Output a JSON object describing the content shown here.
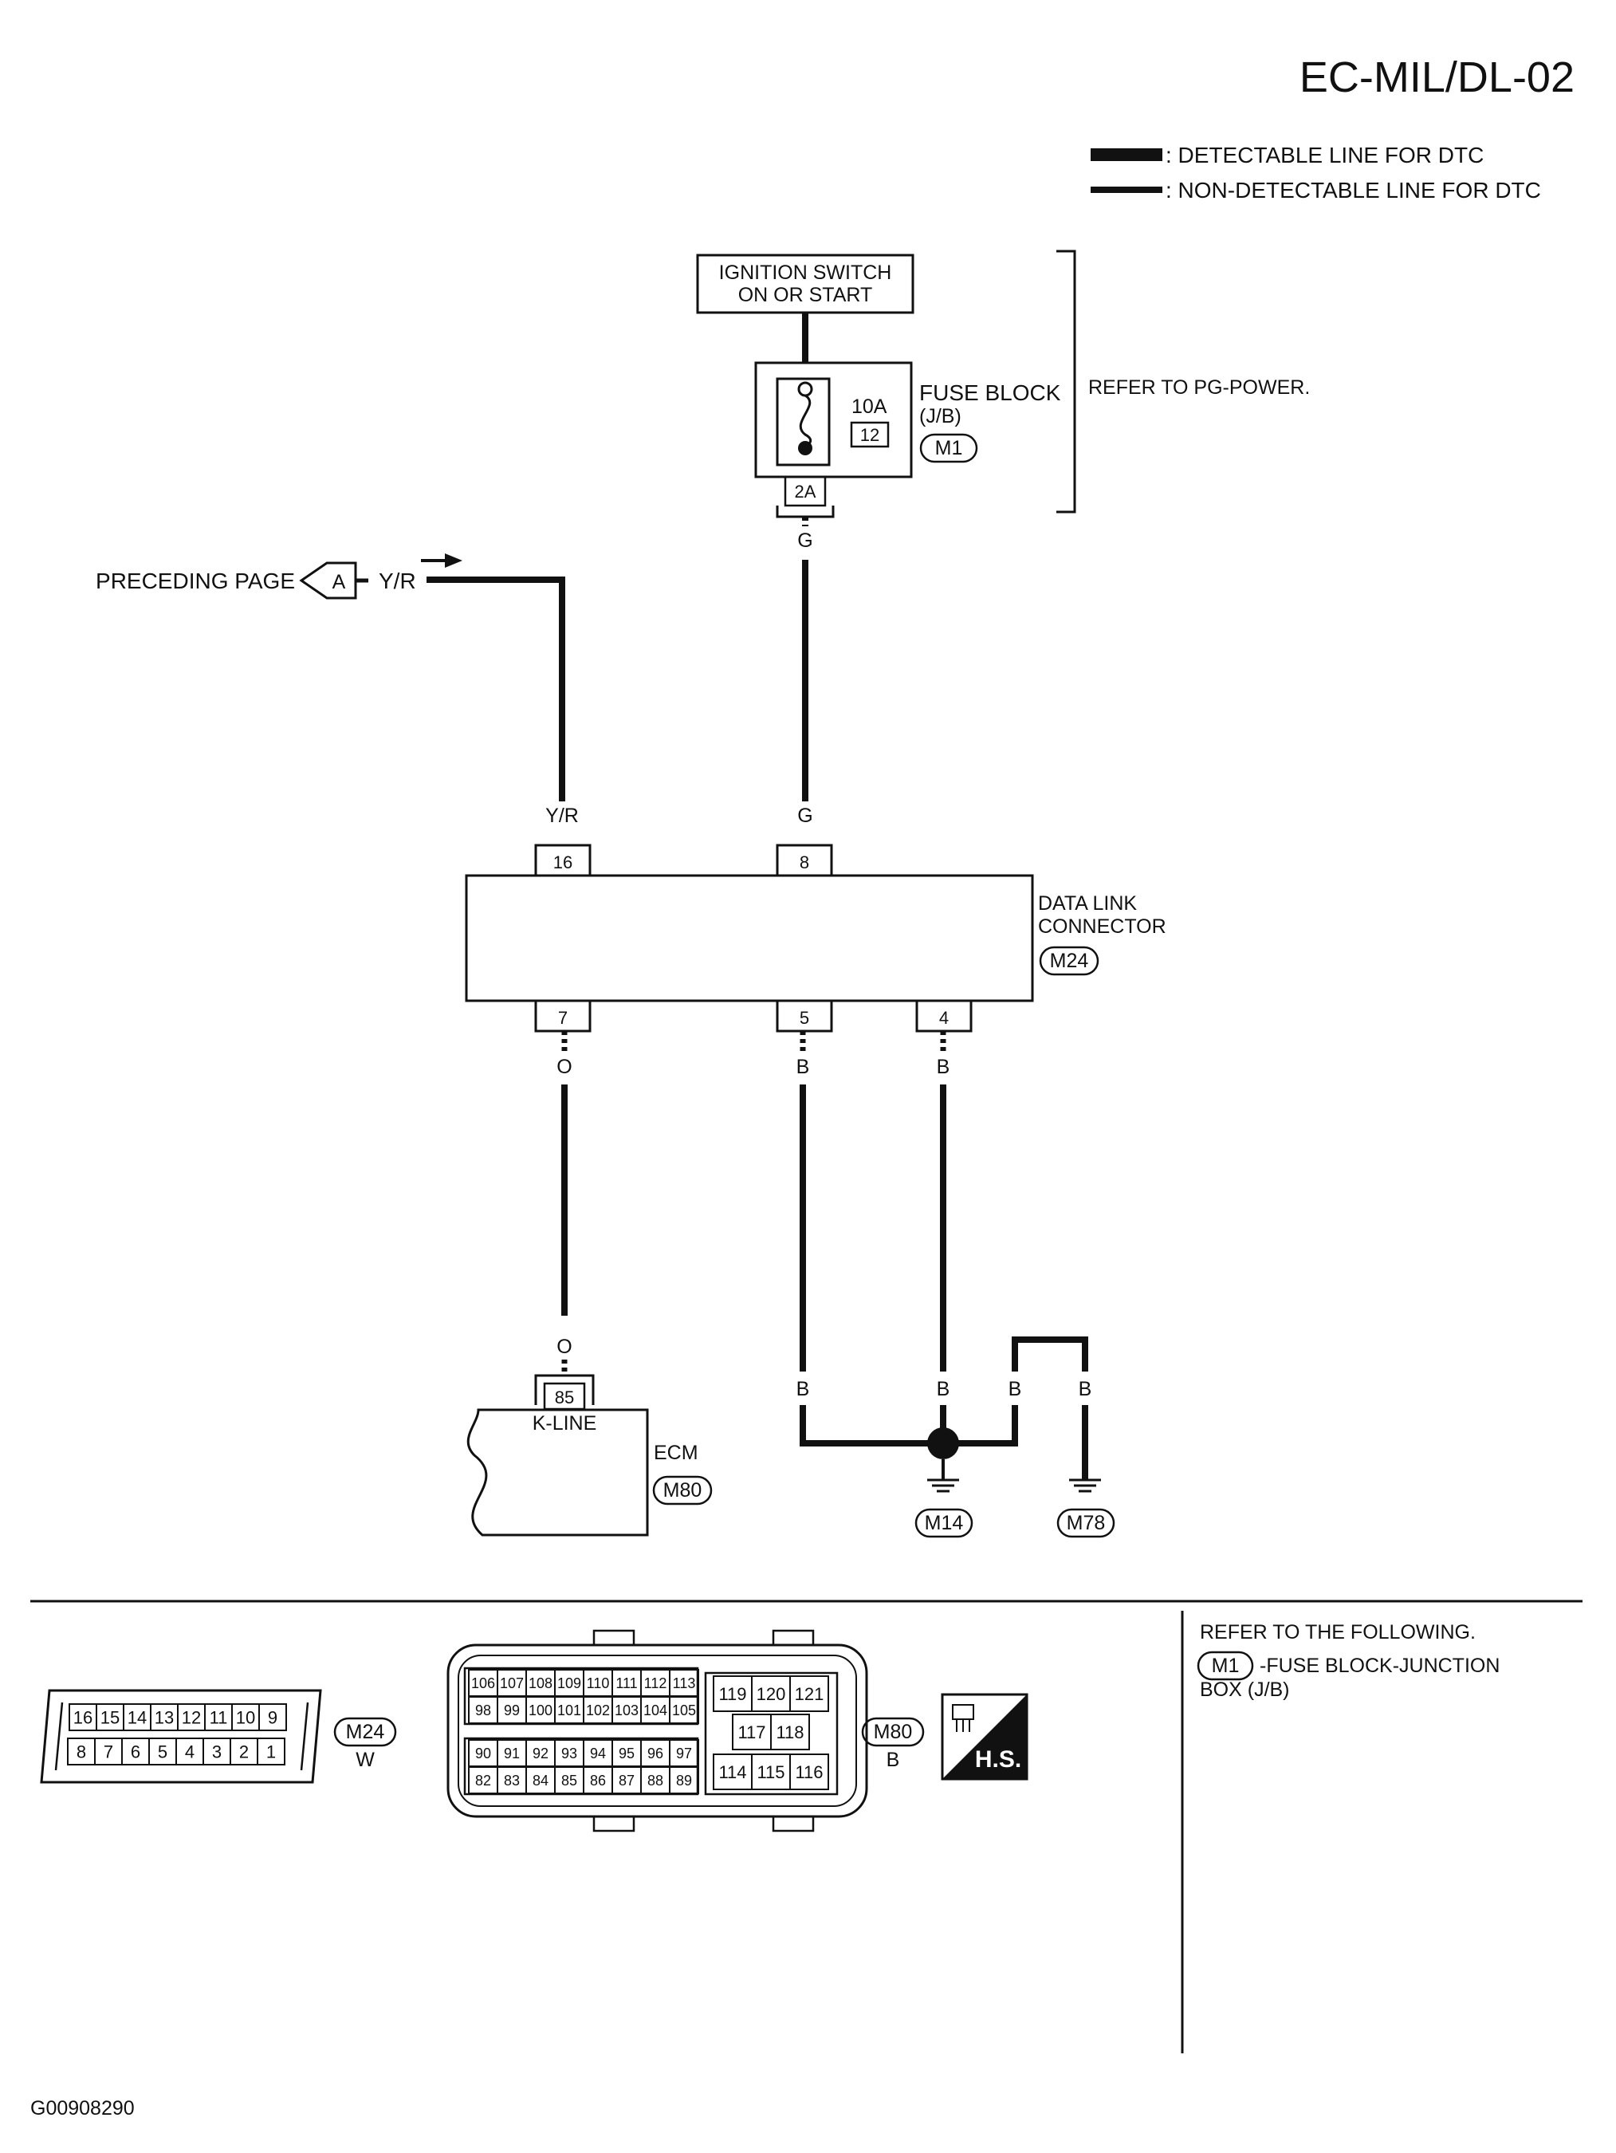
{
  "page_title": "EC-MIL/DL-02",
  "figure_code": "G00908290",
  "legend": {
    "detectable": ": DETECTABLE LINE FOR DTC",
    "non_detectable": ": NON-DETECTABLE LINE FOR DTC"
  },
  "ignition": {
    "line1": "IGNITION SWITCH",
    "line2": "ON OR START"
  },
  "fuse_block": {
    "label": "FUSE BLOCK",
    "sub": "(J/B)",
    "connector": "M1",
    "rating": "10A",
    "number": "12",
    "terminal": "2A"
  },
  "refer_pg": "REFER TO PG-POWER.",
  "preceding": {
    "label": "PRECEDING PAGE",
    "marker": "A",
    "wire": "Y/R"
  },
  "dlc": {
    "line1": "DATA LINK",
    "line2": "CONNECTOR",
    "connector": "M24",
    "pins_top": [
      {
        "pin": "16",
        "wire": "Y/R"
      },
      {
        "pin": "8",
        "wire": "G"
      }
    ],
    "pins_bottom": [
      {
        "pin": "7",
        "wire": "O"
      },
      {
        "pin": "5",
        "wire": "B"
      },
      {
        "pin": "4",
        "wire": "B"
      }
    ]
  },
  "fuse_wire": "G",
  "ecm": {
    "label": "ECM",
    "connector": "M80",
    "pin": "85",
    "pin_label": "K-LINE",
    "wire": "O"
  },
  "grounds": {
    "wires": [
      "B",
      "B",
      "B",
      "B"
    ],
    "g1": "M14",
    "g2": "M78"
  },
  "m24_view": {
    "top_row": [
      "16",
      "15",
      "14",
      "13",
      "12",
      "11",
      "10",
      "9"
    ],
    "bottom_row": [
      "8",
      "7",
      "6",
      "5",
      "4",
      "3",
      "2",
      "1"
    ],
    "id": "M24",
    "color": "W"
  },
  "m80_view": {
    "rows_left": [
      [
        "106",
        "107",
        "108",
        "109",
        "110",
        "111",
        "112",
        "113"
      ],
      [
        "98",
        "99",
        "100",
        "101",
        "102",
        "103",
        "104",
        "105"
      ],
      [
        "90",
        "91",
        "92",
        "93",
        "94",
        "95",
        "96",
        "97"
      ],
      [
        "82",
        "83",
        "84",
        "85",
        "86",
        "87",
        "88",
        "89"
      ]
    ],
    "rows_right": [
      [
        "119",
        "120",
        "121"
      ],
      [
        "117",
        "118"
      ],
      [
        "114",
        "115",
        "116"
      ]
    ],
    "id": "M80",
    "color": "B",
    "hs": "H.S."
  },
  "refer_following": {
    "line1": "REFER TO THE FOLLOWING.",
    "code": "M1",
    "desc1": "-FUSE BLOCK-JUNCTION",
    "desc2": "BOX (J/B)"
  }
}
